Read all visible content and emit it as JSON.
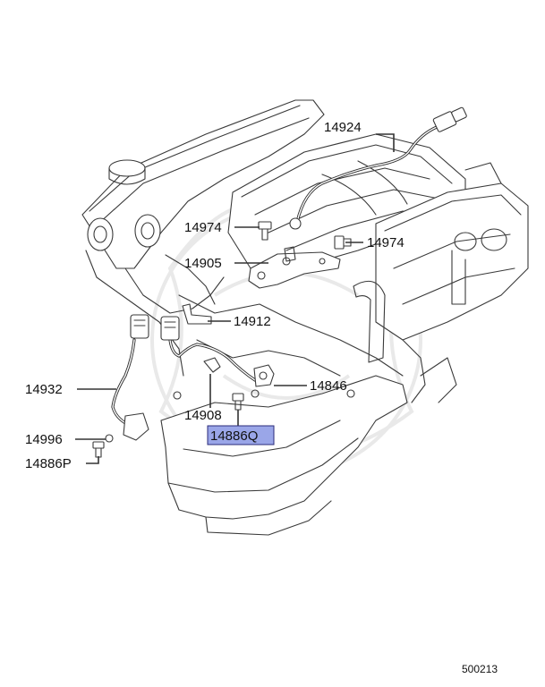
{
  "diagram": {
    "highlight_color": "#9aa6e8",
    "parts": [
      {
        "id": "p14924",
        "number": "14924"
      },
      {
        "id": "p14974a",
        "number": "14974"
      },
      {
        "id": "p14974b",
        "number": "14974"
      },
      {
        "id": "p14905",
        "number": "14905"
      },
      {
        "id": "p14912",
        "number": "14912"
      },
      {
        "id": "p14932",
        "number": "14932"
      },
      {
        "id": "p14846",
        "number": "14846"
      },
      {
        "id": "p14908",
        "number": "14908"
      },
      {
        "id": "p14886q",
        "number": "14886Q",
        "highlighted": true
      },
      {
        "id": "p14996",
        "number": "14996"
      },
      {
        "id": "p14886p",
        "number": "14886P"
      }
    ],
    "figure_code": "500213"
  }
}
